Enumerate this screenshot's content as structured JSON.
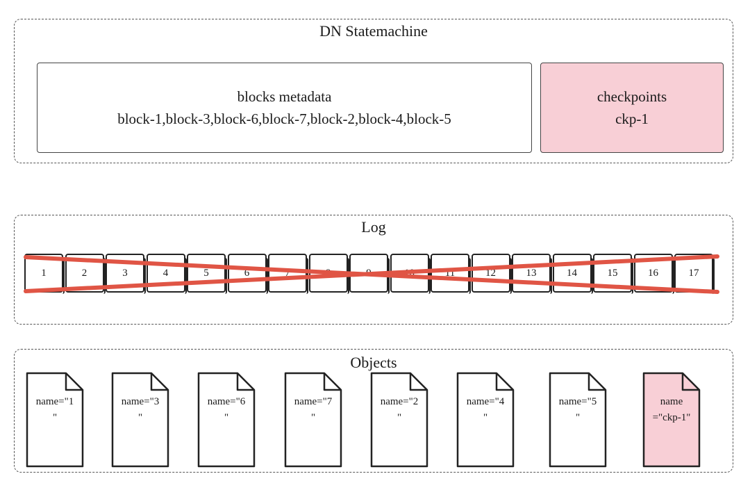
{
  "statemachine": {
    "title": "DN Statemachine",
    "blocks": {
      "title": "blocks metadata",
      "list": "block-1,block-3,block-6,block-7,block-2,block-4,block-5"
    },
    "checkpoints": {
      "title": "checkpoints",
      "value": "ckp-1"
    }
  },
  "log": {
    "title": "Log",
    "cells": [
      "1",
      "2",
      "3",
      "4",
      "5",
      "6",
      "7",
      "8",
      "9",
      "10",
      "11",
      "12",
      "13",
      "14",
      "15",
      "16",
      "17"
    ],
    "crossed_out": true,
    "cross_color": "#e05545"
  },
  "objects": {
    "title": "Objects",
    "items": [
      {
        "label": "name=\"1\n\""
      },
      {
        "label": "name=\"3\n\""
      },
      {
        "label": "name=\"6\n\""
      },
      {
        "label": "name=\"7\n\""
      },
      {
        "label": "name=\"2\n\""
      },
      {
        "label": "name=\"4\n\""
      },
      {
        "label": "name=\"5\n\""
      },
      {
        "label": "name\n=\"ckp-1\"",
        "highlight": true
      }
    ]
  },
  "colors": {
    "highlight_fill": "#f8cfd6",
    "border": "#444444"
  }
}
